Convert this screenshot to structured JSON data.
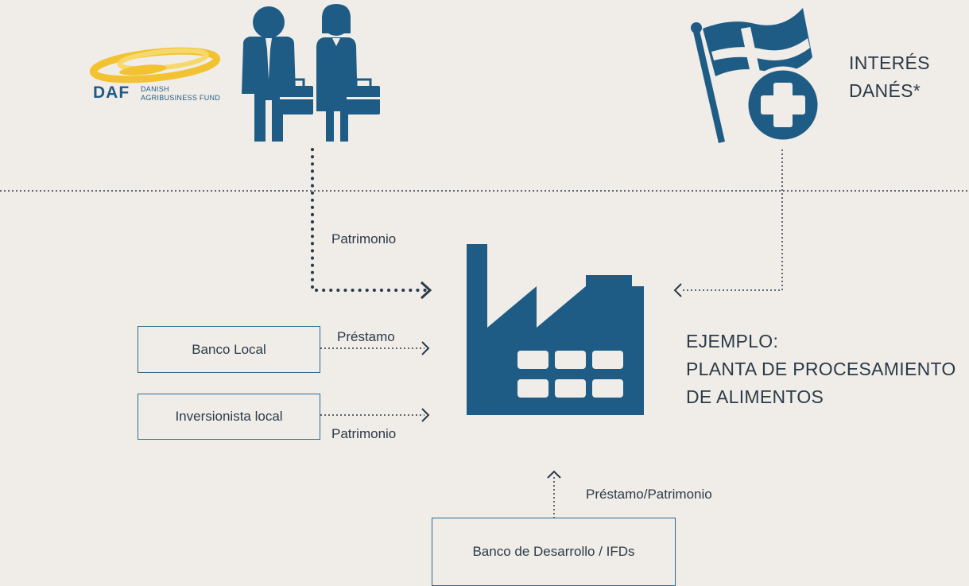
{
  "logo": {
    "name": "DAF",
    "subtitle_line1": "DANISH",
    "subtitle_line2": "AGRIBUSINESS FUND"
  },
  "danish_interest": {
    "line1": "INTERÉS",
    "line2": "DANÉS*"
  },
  "example": {
    "line1": "EJEMPLO:",
    "line2": "PLANTA DE PROCESAMIENTO",
    "line3": "DE ALIMENTOS"
  },
  "flows": {
    "investors_label": "Patrimonio",
    "local_bank_label": "Préstamo",
    "local_investor_label": "Patrimonio",
    "dev_bank_label": "Préstamo/Patrimonio"
  },
  "boxes": {
    "local_bank": "Banco Local",
    "local_investor": "Inversionista local",
    "dev_bank": "Banco de Desarrollo / IFDs"
  },
  "colors": {
    "background": "#f0ede8",
    "primary_blue": "#1f5c85",
    "logo_yellow": "#f2c230",
    "line": "#2b3a48"
  }
}
